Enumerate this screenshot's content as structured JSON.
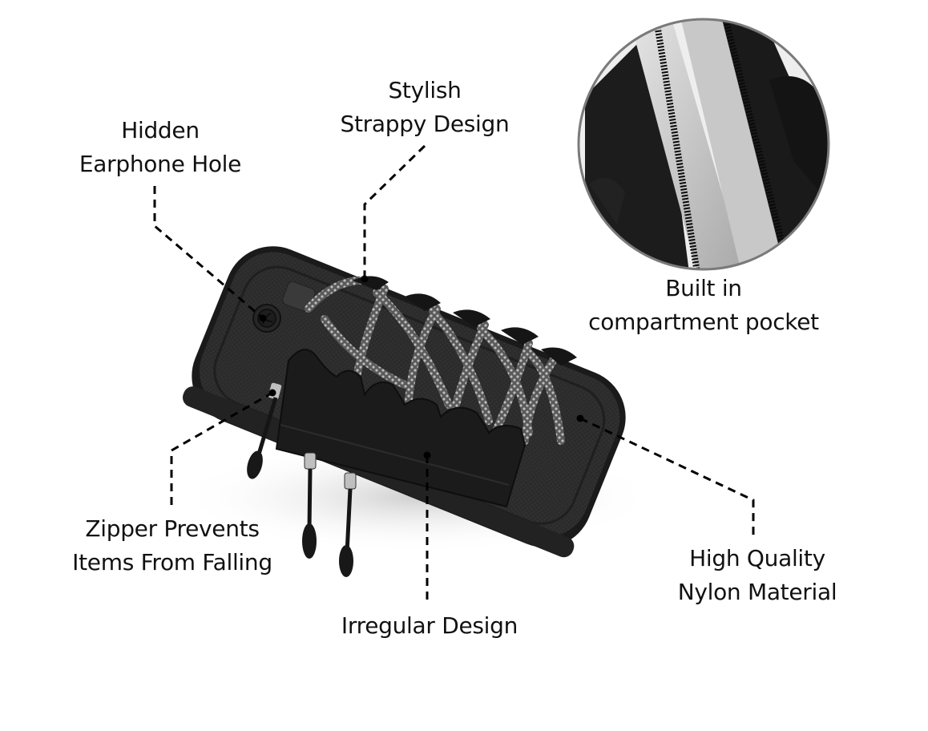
{
  "product": {
    "name": "Sports armband phone bag",
    "colors": {
      "background": "#ffffff",
      "body": "#2a2a2a",
      "body_dark": "#161616",
      "laces": "#8a8a8a",
      "flap": "#1c1c1c",
      "leader": "#000000",
      "lining": "#c9c9c9",
      "circle_border": "#7a7a7a"
    }
  },
  "callouts": [
    {
      "id": "earphone-hole",
      "lines": [
        "Hidden",
        "Earphone Hole"
      ]
    },
    {
      "id": "strappy-design",
      "lines": [
        "Stylish",
        "Strappy Design"
      ]
    },
    {
      "id": "compartment",
      "lines": [
        "Built in",
        "compartment pocket"
      ]
    },
    {
      "id": "zipper",
      "lines": [
        "Zipper Prevents",
        "Items From Falling"
      ]
    },
    {
      "id": "nylon",
      "lines": [
        "High Quality",
        "Nylon Material"
      ]
    },
    {
      "id": "irregular",
      "lines": [
        "Irregular Design"
      ]
    }
  ],
  "inset": {
    "description": "Close-up of open zipper showing grey lined inner compartment"
  }
}
